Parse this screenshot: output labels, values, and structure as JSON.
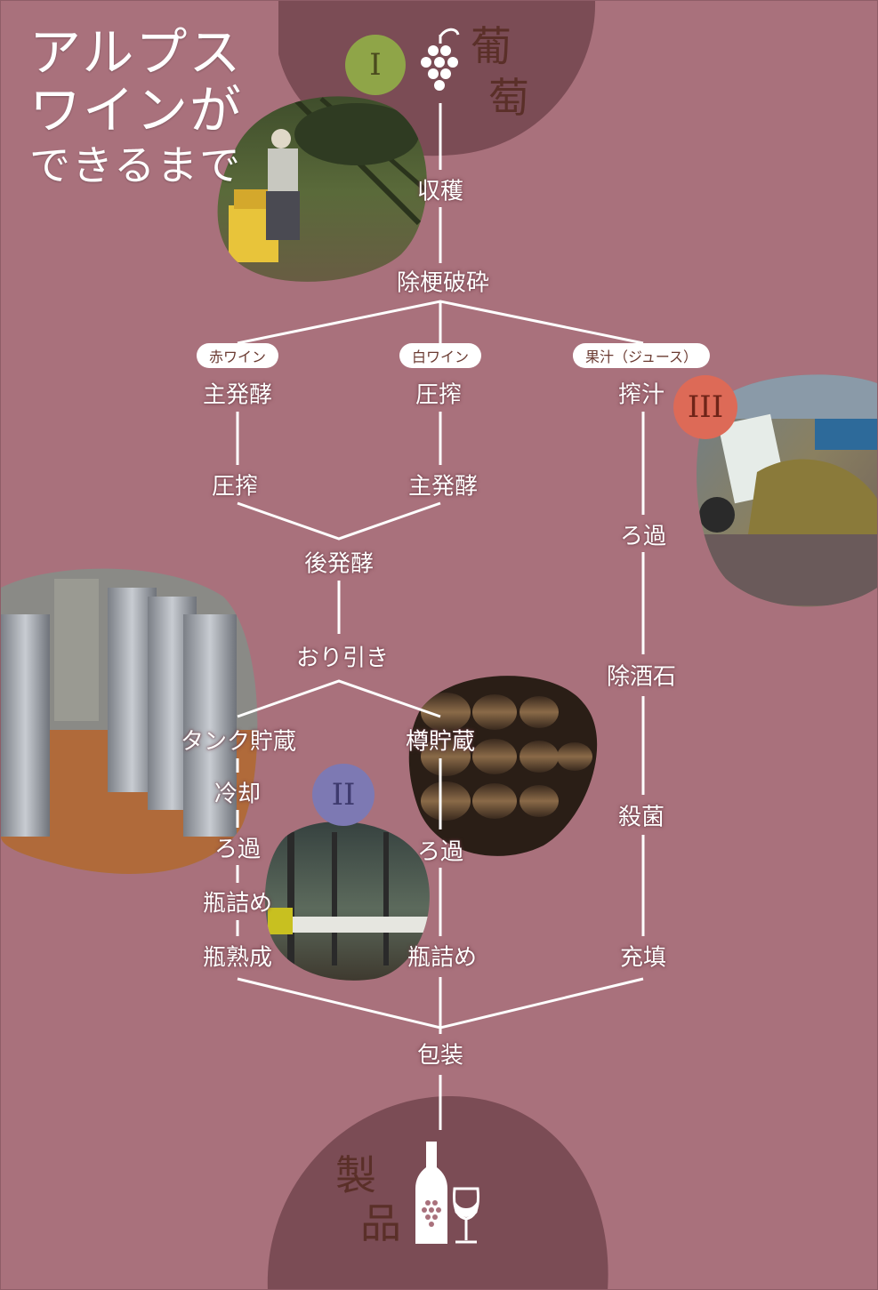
{
  "title": {
    "line1": "アルプス",
    "line2": "ワインが",
    "line3": "できるまで"
  },
  "sections": {
    "grape": {
      "char1": "葡",
      "char2": "萄",
      "badge": "I"
    },
    "product": {
      "char1": "製",
      "char2": "品"
    }
  },
  "branches": {
    "red": "赤ワイン",
    "white": "白ワイン",
    "juice": "果汁（ジュース）"
  },
  "badges": {
    "bottling": "II",
    "juice": "III"
  },
  "steps": {
    "harvest": "収穫",
    "crush": "除梗破砕",
    "red_main_ferment": "主発酵",
    "red_press": "圧搾",
    "white_press": "圧搾",
    "white_main_ferment": "主発酵",
    "juice_press": "搾汁",
    "post_ferment": "後発酵",
    "racking": "おり引き",
    "tank_storage": "タンク貯蔵",
    "barrel_storage": "樽貯蔵",
    "cooling": "冷却",
    "tank_filter": "ろ過",
    "tank_bottling": "瓶詰め",
    "bottle_aging": "瓶熟成",
    "barrel_filter": "ろ過",
    "barrel_bottling": "瓶詰め",
    "juice_filter": "ろ過",
    "detartrate": "除酒石",
    "sterilize": "殺菌",
    "fill": "充填",
    "packaging": "包装"
  },
  "colors": {
    "background": "#a9717c",
    "blob": "#7b4c55",
    "badge_I": "#8fa548",
    "badge_II": "#7d79b3",
    "badge_III": "#dd6a57",
    "label_brown": "#5a2f28"
  }
}
